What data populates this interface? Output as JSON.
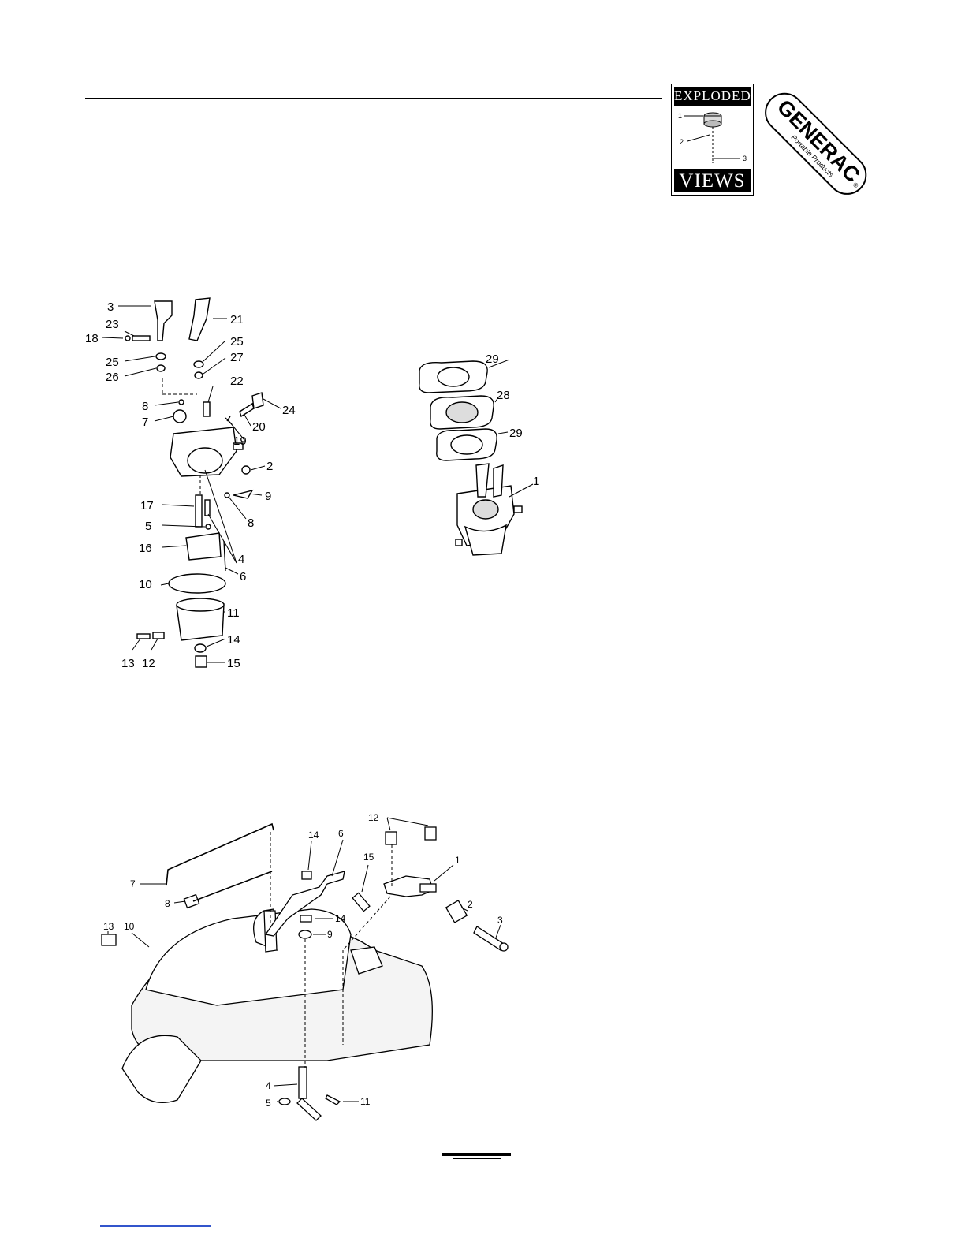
{
  "badge": {
    "top_word": "EXPLODED",
    "bottom_word": "VIEWS",
    "callouts": [
      "1",
      "2",
      "3"
    ]
  },
  "logo": {
    "brand": "GENERAC",
    "tagline": "Portable Products",
    "mark": "®"
  },
  "carb_exploded": {
    "labels": [
      "3",
      "21",
      "23",
      "18",
      "25",
      "25",
      "27",
      "26",
      "22",
      "8",
      "7",
      "24",
      "20",
      "19",
      "2",
      "17",
      "9",
      "8",
      "5",
      "4",
      "16",
      "6",
      "10",
      "11",
      "14",
      "13",
      "12",
      "15"
    ]
  },
  "carb_assembly": {
    "labels": [
      "29",
      "28",
      "29",
      "1"
    ]
  },
  "governor": {
    "labels": [
      "12",
      "14",
      "6",
      "15",
      "1",
      "7",
      "8",
      "14",
      "2",
      "3",
      "13",
      "10",
      "9",
      "4",
      "11",
      "5"
    ]
  },
  "colors": {
    "ink": "#000000",
    "link": "#3355cc"
  }
}
